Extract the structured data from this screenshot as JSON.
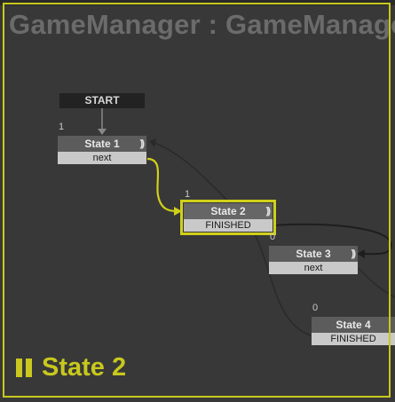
{
  "graph": {
    "title": "GameManager : GameManager",
    "start_label": "START"
  },
  "states": [
    {
      "index": "1",
      "name": "State 1",
      "event": "next"
    },
    {
      "index": "1",
      "name": "State 2",
      "event": "FINISHED",
      "active": true
    },
    {
      "index": "0",
      "name": "State 3",
      "event": "next"
    },
    {
      "index": "0",
      "name": "State 4",
      "event": "FINISHED"
    }
  ],
  "status": {
    "label": "State 2",
    "icon": "pause-icon"
  },
  "colors": {
    "accent": "#c8c81e",
    "background": "#383838",
    "node_header": "#5c5c5c",
    "node_event": "#c9c9c9"
  }
}
